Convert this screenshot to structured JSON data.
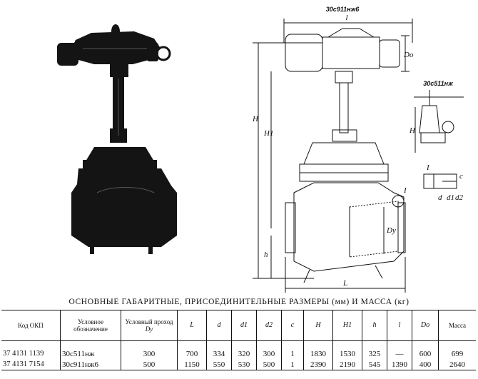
{
  "drawing": {
    "title_main": "30с911нж6",
    "label_top_l": "l",
    "label_H": "H",
    "label_H1": "H1",
    "label_h": "h",
    "label_L": "L",
    "label_Dy": "Dy",
    "label_Do": "Do",
    "title_side": "30с511нж",
    "label_H_side": "H",
    "label_detail": "I",
    "label_detail_callout": "I",
    "label_c": "c",
    "label_d": "d",
    "label_d1": "d1",
    "label_d2": "d2"
  },
  "table": {
    "title": "ОСНОВНЫЕ ГАБАРИТНЫЕ, ПРИСОЕДИНИТЕЛЬНЫЕ РАЗМЕРЫ (мм) И МАССА (кг)",
    "headers": {
      "code": "Код ОКП",
      "designation": "Условное обозначение",
      "dy_line1": "Условный проход",
      "dy_line2": "Dy",
      "L": "L",
      "d": "d",
      "d1": "d1",
      "d2": "d2",
      "c": "c",
      "H": "H",
      "H1": "H1",
      "h": "h",
      "l": "l",
      "Do": "Do",
      "mass": "Масса"
    },
    "rows": [
      {
        "code": "37 4131 1139",
        "designation": "30с511нж",
        "dy": "300",
        "L": "700",
        "d": "334",
        "d1": "320",
        "d2": "300",
        "c": "1",
        "H": "1830",
        "H1": "1530",
        "h": "325",
        "l": "—",
        "Do": "600",
        "mass": "699"
      },
      {
        "code": "37 4131 7154",
        "designation": "30с911нж6",
        "dy": "500",
        "L": "1150",
        "d": "550",
        "d1": "530",
        "d2": "500",
        "c": "1",
        "H": "2390",
        "H1": "2190",
        "h": "545",
        "l": "1390",
        "Do": "400",
        "mass": "2640"
      }
    ]
  }
}
